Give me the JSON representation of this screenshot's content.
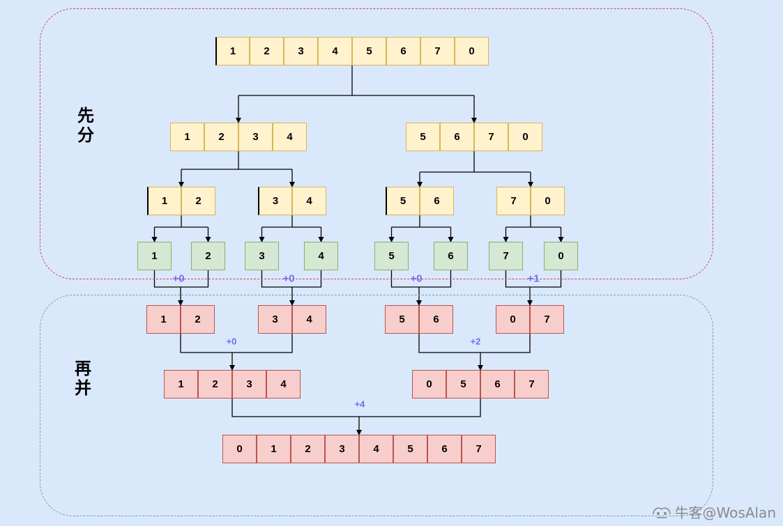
{
  "phases": {
    "divide": "先分",
    "merge": "再并"
  },
  "colors": {
    "yellow": "#fff2cc",
    "pink": "#f8cecc",
    "green": "#d5e8d4",
    "offset_label": "#6e6ff0"
  },
  "divide_levels": [
    {
      "arrays": [
        [
          "1",
          "2",
          "3",
          "4",
          "5",
          "6",
          "7",
          "0"
        ]
      ]
    },
    {
      "arrays": [
        [
          "1",
          "2",
          "3",
          "4"
        ],
        [
          "5",
          "6",
          "7",
          "0"
        ]
      ]
    },
    {
      "arrays": [
        [
          "1",
          "2"
        ],
        [
          "3",
          "4"
        ],
        [
          "5",
          "6"
        ],
        [
          "7",
          "0"
        ]
      ]
    },
    {
      "arrays": [
        [
          "1"
        ],
        [
          "2"
        ],
        [
          "3"
        ],
        [
          "4"
        ],
        [
          "5"
        ],
        [
          "6"
        ],
        [
          "7"
        ],
        [
          "0"
        ]
      ]
    }
  ],
  "merge_levels": [
    {
      "arrays": [
        [
          "1",
          "2"
        ],
        [
          "3",
          "4"
        ],
        [
          "5",
          "6"
        ],
        [
          "0",
          "7"
        ]
      ],
      "offsets": [
        "+0",
        "+0",
        "+0",
        "+1"
      ]
    },
    {
      "arrays": [
        [
          "1",
          "2",
          "3",
          "4"
        ],
        [
          "0",
          "5",
          "6",
          "7"
        ]
      ],
      "offsets": [
        "+0",
        "+2"
      ]
    },
    {
      "arrays": [
        [
          "0",
          "1",
          "2",
          "3",
          "4",
          "5",
          "6",
          "7"
        ]
      ],
      "offsets": [
        "+4"
      ]
    }
  ],
  "watermark": "牛客@WosAlan"
}
